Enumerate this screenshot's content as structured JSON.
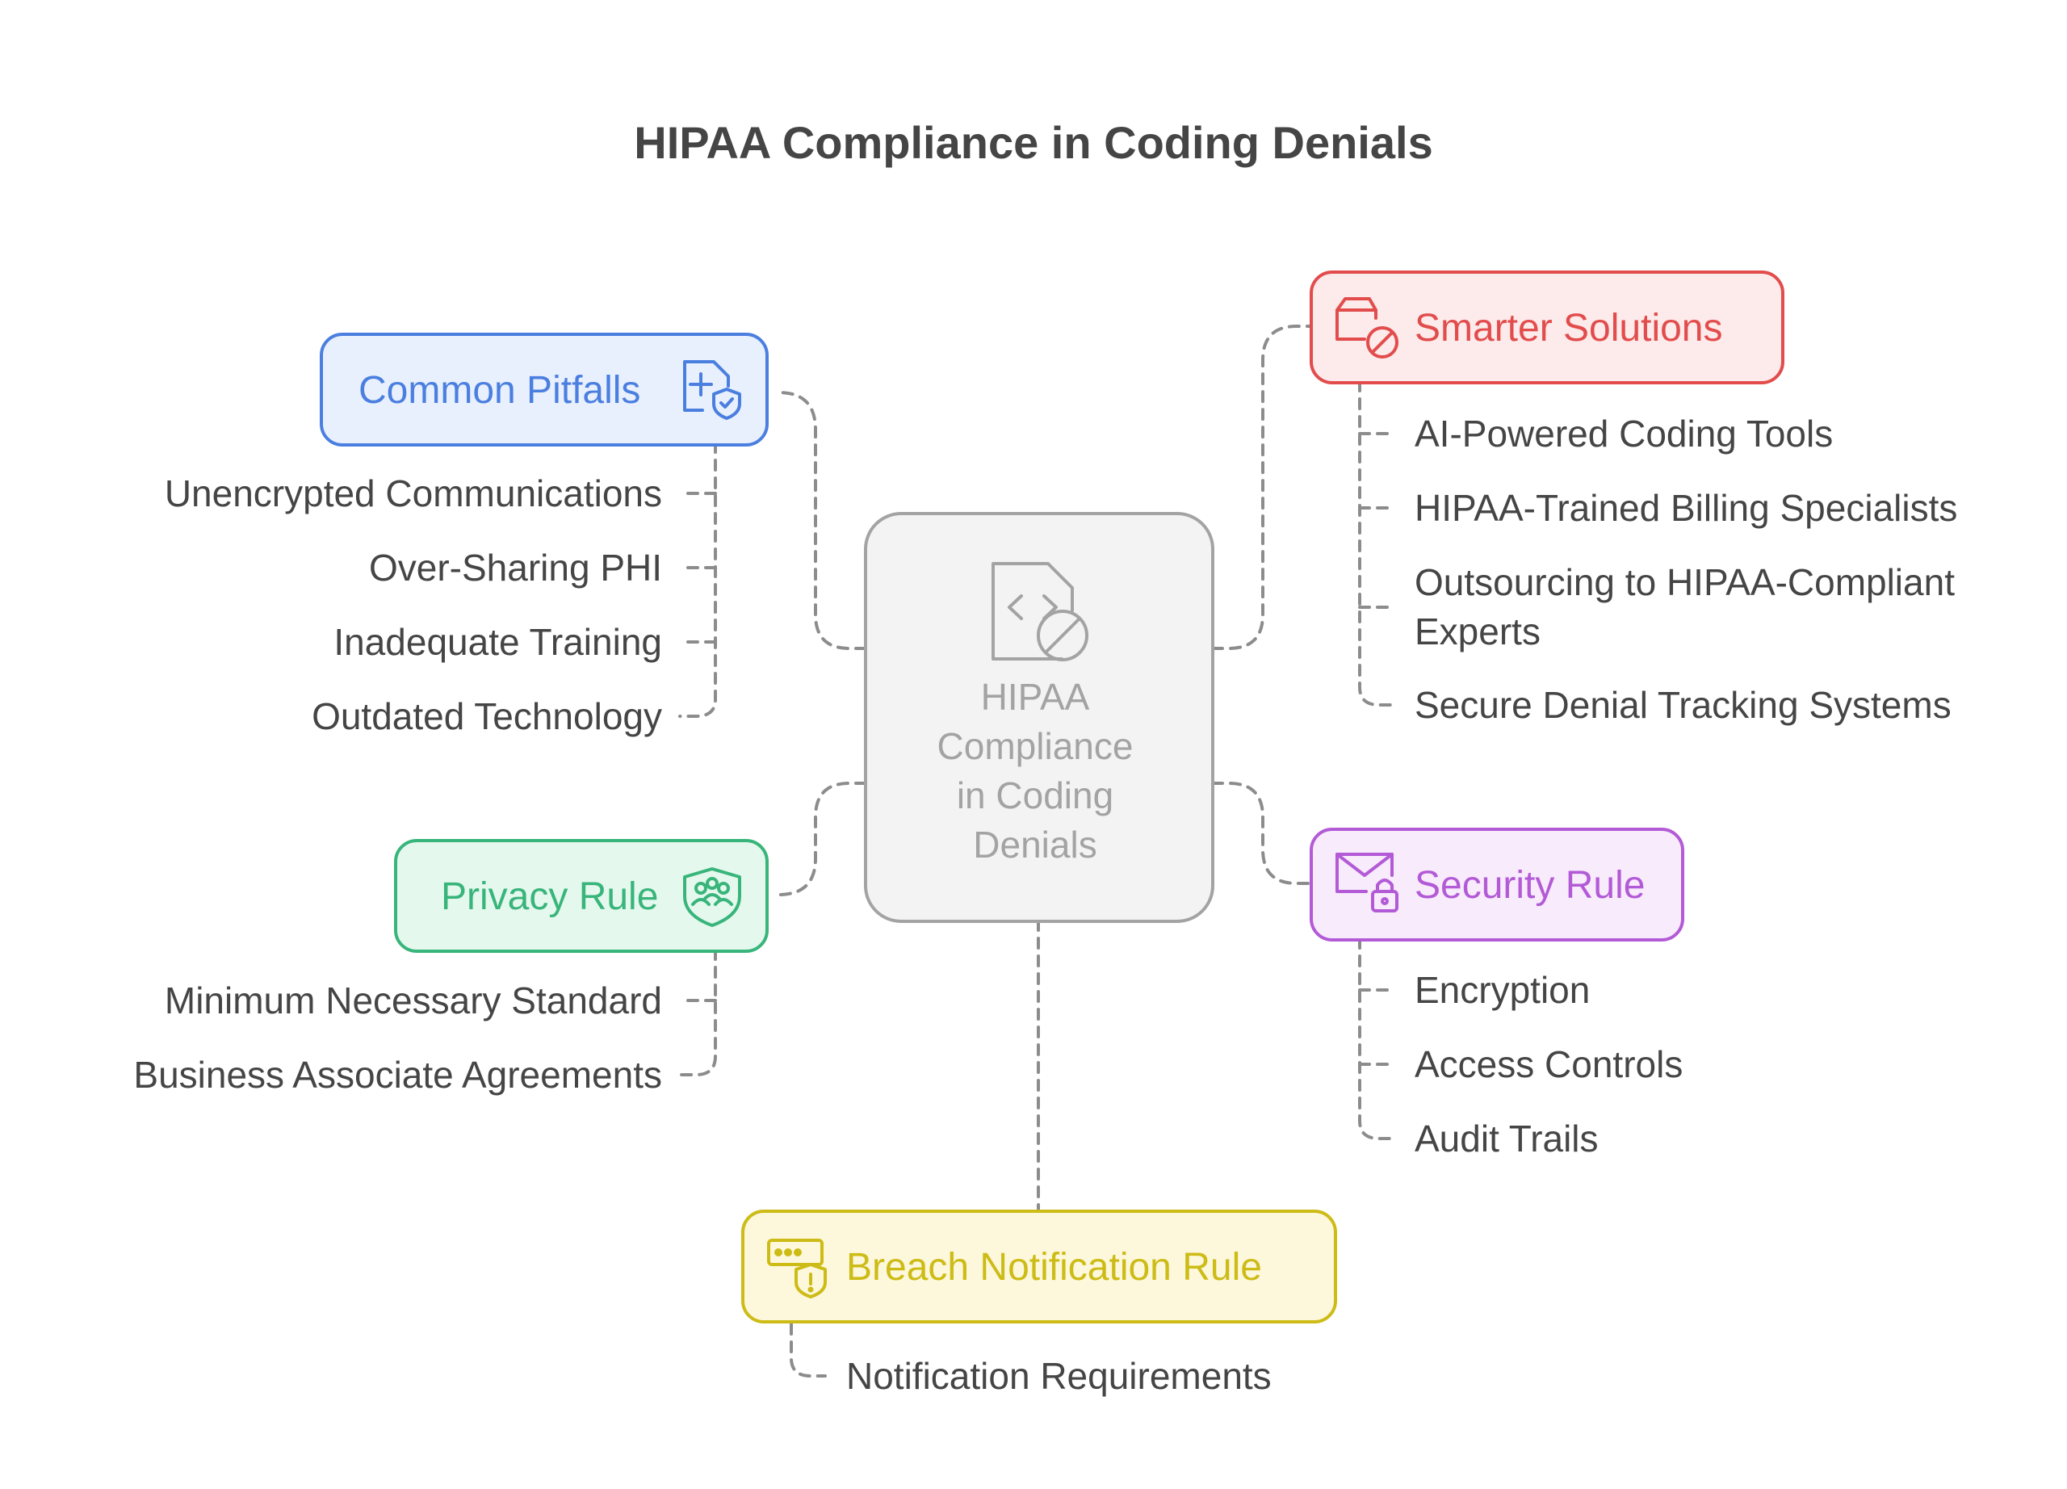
{
  "title": "HIPAA Compliance in Coding Denials",
  "center": {
    "label_lines": [
      "HIPAA",
      "Compliance",
      "in Coding",
      "Denials"
    ],
    "icon": "code-file-blocked-icon"
  },
  "nodes": {
    "common_pitfalls": {
      "label": "Common Pitfalls",
      "icon": "medical-file-shield-icon",
      "color": "#4a7fe0",
      "fill": "#e9f0fd",
      "items": [
        "Unencrypted Communications",
        "Over-Sharing PHI",
        "Inadequate Training",
        "Outdated Technology"
      ]
    },
    "privacy_rule": {
      "label": "Privacy Rule",
      "icon": "users-shield-icon",
      "color": "#38b57a",
      "fill": "#e5f8ee",
      "items": [
        "Minimum Necessary Standard",
        "Business Associate Agreements"
      ]
    },
    "smarter_solutions": {
      "label": "Smarter Solutions",
      "icon": "package-blocked-icon",
      "color": "#e24c4c",
      "fill": "#fdeaea",
      "items": [
        "AI-Powered Coding Tools",
        "HIPAA-Trained Billing Specialists",
        "Outsourcing to HIPAA-Compliant",
        "Experts",
        "Secure Denial Tracking Systems"
      ]
    },
    "security_rule": {
      "label": "Security Rule",
      "icon": "mail-lock-icon",
      "color": "#b35ad6",
      "fill": "#f7ebfc",
      "items": [
        "Encryption",
        "Access Controls",
        "Audit Trails"
      ]
    },
    "breach_rule": {
      "label": "Breach Notification Rule",
      "icon": "alert-shield-window-icon",
      "color": "#cdbb16",
      "fill": "#fdf8dc",
      "items": [
        "Notification Requirements"
      ]
    }
  }
}
